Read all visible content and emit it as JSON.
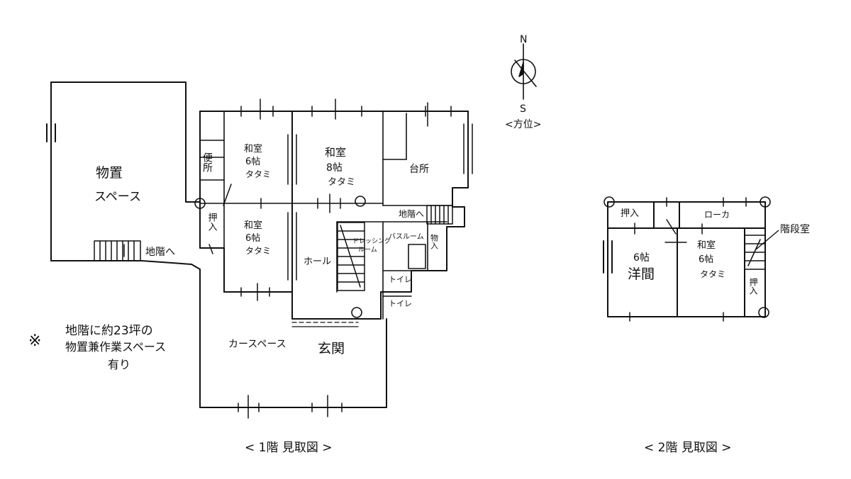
{
  "compass": {
    "north": "N",
    "south": "S",
    "caption": "<方位>"
  },
  "floor1": {
    "caption": "< 1階 見取図 >",
    "storage": {
      "line1": "物置",
      "line2": "スペース"
    },
    "basement_stair": "地階へ",
    "room_left_upper": {
      "name": "和室",
      "size": "6帖",
      "mat": "タタミ"
    },
    "room_center_upper": {
      "name": "和室",
      "size": "8帖",
      "mat": "タタミ"
    },
    "kitchen": "台所",
    "room_left_lower": {
      "name": "和室",
      "size": "6帖",
      "mat": "タタミ"
    },
    "toilet_narrow": "便所",
    "closet_vertical": "押入",
    "hall": "ホール",
    "dressing": {
      "line1": "ドレッシング",
      "line2": "ルーム"
    },
    "bathroom": "バスルーム",
    "storage_small": "物入",
    "basement_stair_small": "地階へ",
    "toilet1": "トイレ",
    "toilet2": "トイレ",
    "carport": "カースペース",
    "entrance": "玄関",
    "note": {
      "mark": "※",
      "line1": "地階に約23坪の",
      "line2": "物置兼作業スペース",
      "line3": "有り"
    }
  },
  "floor2": {
    "caption": "< 2階 見取図 >",
    "closet": "押入",
    "hallway": "ローカ",
    "western_room": {
      "size": "6帖",
      "name": "洋間"
    },
    "japanese_room": {
      "name": "和室",
      "size": "6帖",
      "mat": "タタミ"
    },
    "stair_label": "階段室",
    "closet_right": "押入"
  }
}
